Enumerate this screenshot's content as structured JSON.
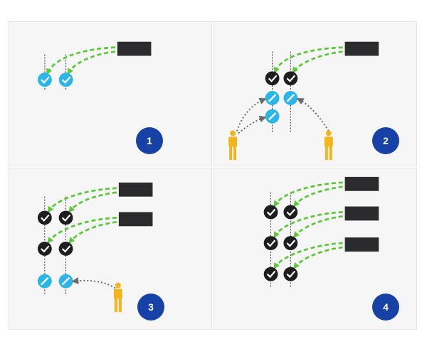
{
  "colors": {
    "panel_bg": "#f6f6f6",
    "block": "#2b2b2e",
    "committed_node": "#1e1e21",
    "pending_node": "#2cb5e8",
    "arrow_green": "#5cc83a",
    "arrow_gray": "#6b6b6b",
    "person": "#f2b51c",
    "badge": "#1841a8"
  },
  "icons": {
    "committed": "checkmark-icon",
    "pending": "pencil-icon",
    "actor": "person-icon",
    "block": "block-icon"
  },
  "panels": [
    {
      "number": "1"
    },
    {
      "number": "2"
    },
    {
      "number": "3"
    },
    {
      "number": "4"
    }
  ]
}
